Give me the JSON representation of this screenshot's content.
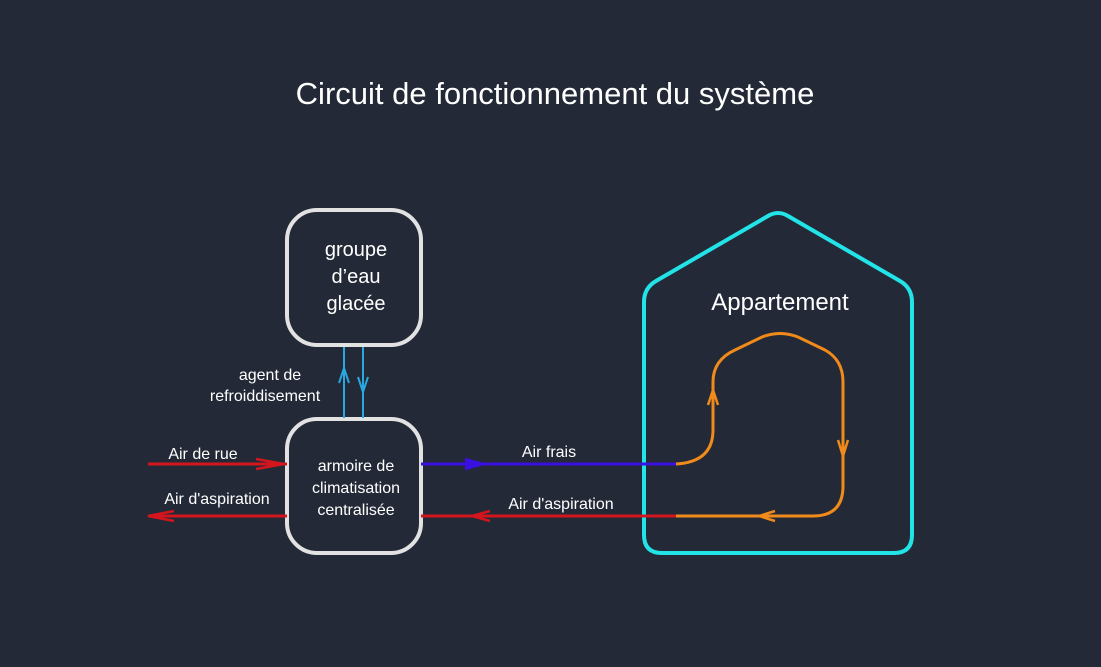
{
  "title": "Circuit de fonctionnement du système",
  "nodes": {
    "chiller": {
      "lines": [
        "groupe",
        "d’eau",
        "glacée"
      ]
    },
    "ahu": {
      "lines": [
        "armoire de",
        "climatisation",
        "centralisée"
      ]
    },
    "apartment": {
      "label": "Appartement"
    }
  },
  "labels": {
    "coolant": [
      "agent de",
      "refroiddisement"
    ],
    "street_air": "Air de rue",
    "exhaust_air_out": "Air d'aspiration",
    "fresh_air": "Air frais",
    "exhaust_air_return": "Air d'aspiration"
  },
  "colors": {
    "background": "#232936",
    "box_stroke": "#e2e2e2",
    "house": "#22e4e8",
    "coolant": "#2aa8e0",
    "red_air": "#d3161e",
    "fresh_air": "#3a10e0",
    "room_loop": "#f08a1a"
  }
}
